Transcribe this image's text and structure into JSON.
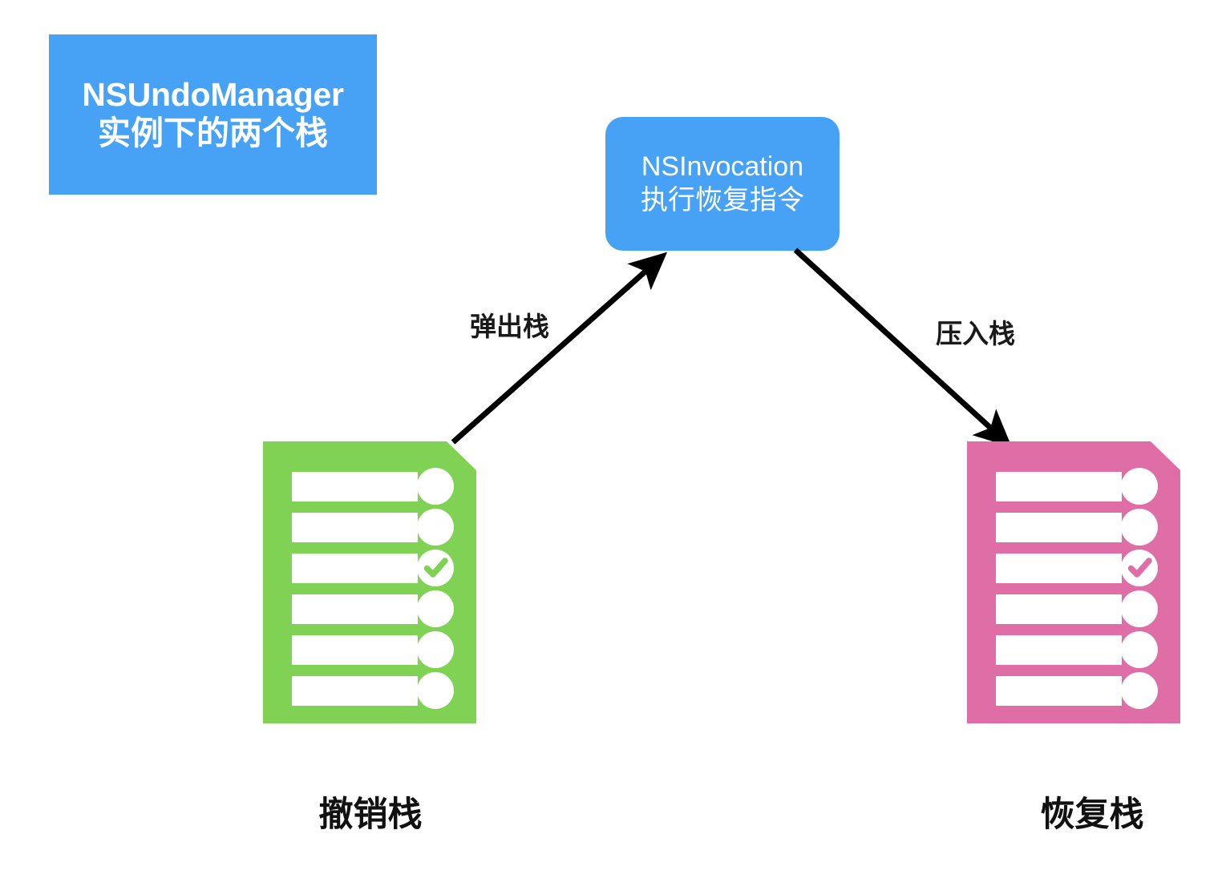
{
  "diagram": {
    "title_box": {
      "line1": "NSUndoManager",
      "line2": "实例下的两个栈",
      "color": "#47a2f6",
      "text_color": "#ffffff"
    },
    "center_node": {
      "line1": "NSInvocation",
      "line2": "执行恢复指令",
      "color": "#47a2f6",
      "text_color": "#ffffff"
    },
    "edges": [
      {
        "id": "pop",
        "label": "弹出栈",
        "from": "undo-stack",
        "to": "center-node",
        "color": "#000000"
      },
      {
        "id": "push",
        "label": "压入栈",
        "from": "center-node",
        "to": "redo-stack",
        "color": "#000000"
      }
    ],
    "stacks": [
      {
        "id": "undo-stack",
        "caption": "撤销栈",
        "color": "#80d254",
        "rows": 6,
        "checked_row": 3
      },
      {
        "id": "redo-stack",
        "caption": "恢复栈",
        "color": "#df6ea7",
        "rows": 6,
        "checked_row": 3
      }
    ]
  }
}
